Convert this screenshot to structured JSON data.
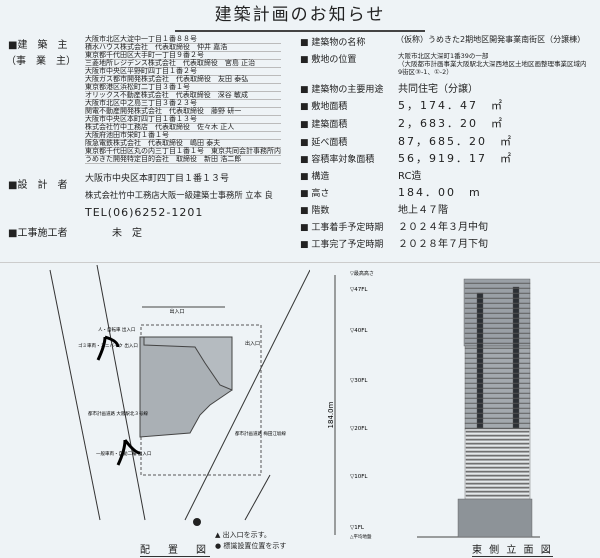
{
  "title": "建築計画のお知らせ",
  "left": {
    "owner_label": "■建　築　主",
    "owner_sub_label": "（事　業　主）",
    "owners": [
      "大阪市北区大淀中一丁目１番８８号",
      "積水ハウス株式会社　代表取締役　仲井 嘉浩",
      "東京都千代田区大手町一丁目９番２号",
      "三菱地所レジデンス株式会社　代表取締役　宮島 正治",
      "大阪市中央区平野町四丁目１番２号",
      "大阪ガス都市開発株式会社　代表取締役　友田 泰弘",
      "東京都港区浜松町二丁目３番１号",
      "オリックス不動産株式会社　代表取締役　深谷 敏成",
      "大阪市北区中之島三丁目３番２３号",
      "関電不動産開発株式会社　代表取締役　藤野 研一",
      "大阪市中央区本町四丁目１番１３号",
      "株式会社竹中工務店　代表取締役　佐々木 正人",
      "大阪府池田市栄町１番１号",
      "阪急電鉄株式会社　代表取締役　嶋田 泰夫",
      "東京都千代田区丸の内三丁目１番１号　東京共同会計事務所内",
      "うめきた開発特定目的会社　取締役　新田 浩二郎"
    ],
    "designer_label": "■設　計　者",
    "designer_lines": [
      "大阪市中央区本町四丁目１番１３号",
      "株式会社竹中工務店大阪一級建築士事務所 立本 良",
      "TEL(06)6252-1201"
    ],
    "contractor_label": "■工事施工者",
    "contractor_value": "未　定"
  },
  "right": {
    "name_label": "■ 建築物の名称",
    "name_value": "（仮称）うめきた2期地区開発事業南街区（分譲棟）",
    "location_label": "■ 敷地の位置",
    "location_lines": [
      "大阪市北区大深町1番39の一部",
      "（大阪都市計画事業大阪駅北大深西地区土地区画整理事業区域内",
      "9街区③-1、①-2）"
    ],
    "use_label": "■ 建築物の主要用途",
    "use_value": "共同住宅（分譲）",
    "site_area_label": "■ 敷地面積",
    "site_area_value": "5，174．47　㎡",
    "building_area_label": "■ 建築面積",
    "building_area_value": "2，683．20　㎡",
    "floor_area_label": "■ 延べ面積",
    "floor_area_value": "87，685．20　㎡",
    "far_area_label": "■ 容積率対象面積",
    "far_area_value": "56，919．17　㎡",
    "structure_label": "■ 構造",
    "structure_value": "RC造",
    "height_label": "■ 高さ",
    "height_value": "184．00　m",
    "floors_label": "■ 階数",
    "floors_value": "地上４７階",
    "start_label": "■ 工事着手予定時期",
    "start_value": "２０２４年３月中旬",
    "end_label": "■ 工事完了予定時期",
    "end_value": "２０２８年７月下旬"
  },
  "site_plan": {
    "caption": "配　置　図",
    "entrance_top": "出入口",
    "entrance_right": "出入口",
    "entrance_left1": "人・自転車 出入口",
    "entrance_left2": "ゴミ車両・ミニバイク 出入口",
    "entrance_left3": "一般車両・自動二輪 出入口",
    "road_left": "都市計画道路 大阪駅北３号線",
    "road_right": "都市計画道路 梅田江坂線",
    "legend_entrance": "▲ 出入口を示す。",
    "legend_sign": "● 標識設置位置を示す"
  },
  "elevation": {
    "caption": "東 側 立 面 図",
    "max_height": "▽最高高さ",
    "height_dim": "184.0m",
    "levels": [
      "▽47FL",
      "▽40FL",
      "▽30FL",
      "▽20FL",
      "▽10FL",
      "▽1FL"
    ],
    "ground": "△平均地盤"
  }
}
